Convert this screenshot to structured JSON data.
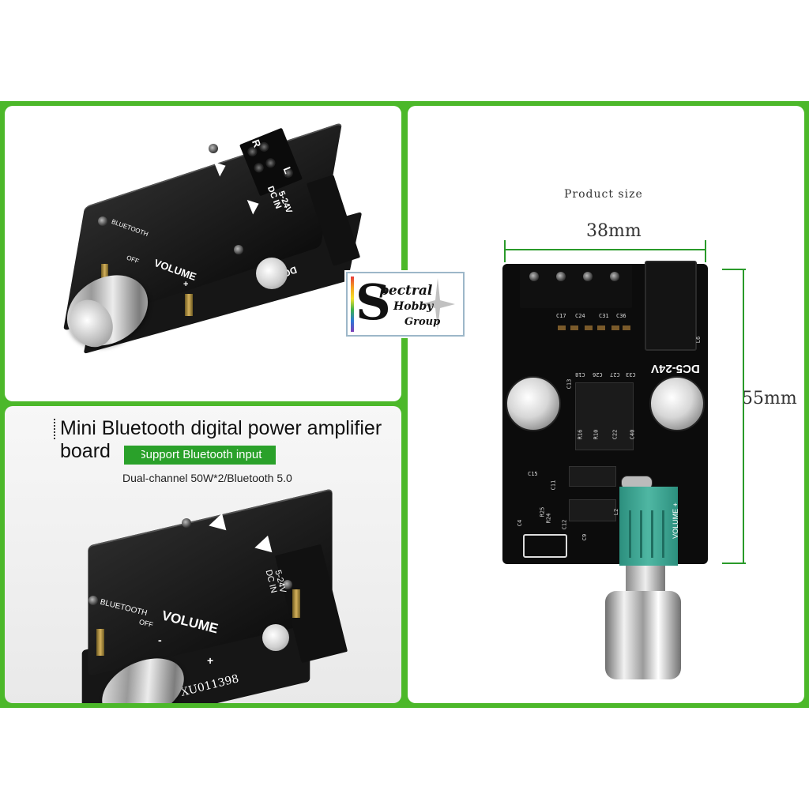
{
  "top_left": {
    "silk_bluetooth": "BLUETOOTH",
    "silk_off": "OFF",
    "silk_volume": "VOLUME",
    "silk_plus": "+",
    "silk_dc": "DC5",
    "silk_dcin": "DC IN",
    "silk_voltage": "5-24V",
    "silk_r": "R",
    "silk_l": "L"
  },
  "bottom_left": {
    "title": "Mini Bluetooth digital power amplifier board",
    "badge": "Support Bluetooth input",
    "subtitle": "Dual-channel 50W*2/Bluetooth 5.0",
    "silk_bluetooth": "BLUETOOTH",
    "silk_off": "OFF",
    "silk_volume": "VOLUME",
    "silk_minus": "-",
    "silk_plus": "+",
    "silk_dcin": "DC IN",
    "silk_voltage": "5-24V",
    "silk_code": "XU011398"
  },
  "logo": {
    "big_letter": "S",
    "word1": "pectral",
    "word2": "Hobby",
    "word3": "Group"
  },
  "right": {
    "size_label": "Product size",
    "width_label": "38mm",
    "height_label": "55mm",
    "silk_dc": "DC5-24V",
    "silk_volume": "VOLUME +",
    "silk_codes": [
      "C17",
      "C24",
      "C31",
      "C36",
      "C13",
      "C18",
      "C26",
      "C27",
      "C33",
      "R16",
      "R10",
      "C22",
      "C15",
      "R25",
      "R24",
      "C12",
      "C4",
      "C11",
      "C40",
      "C9",
      "L2",
      "L6"
    ]
  },
  "colors": {
    "frame": "#4cb82a",
    "badge": "#2aa12a",
    "pcb": "#0c0c0c",
    "pot": "#3aa893"
  }
}
